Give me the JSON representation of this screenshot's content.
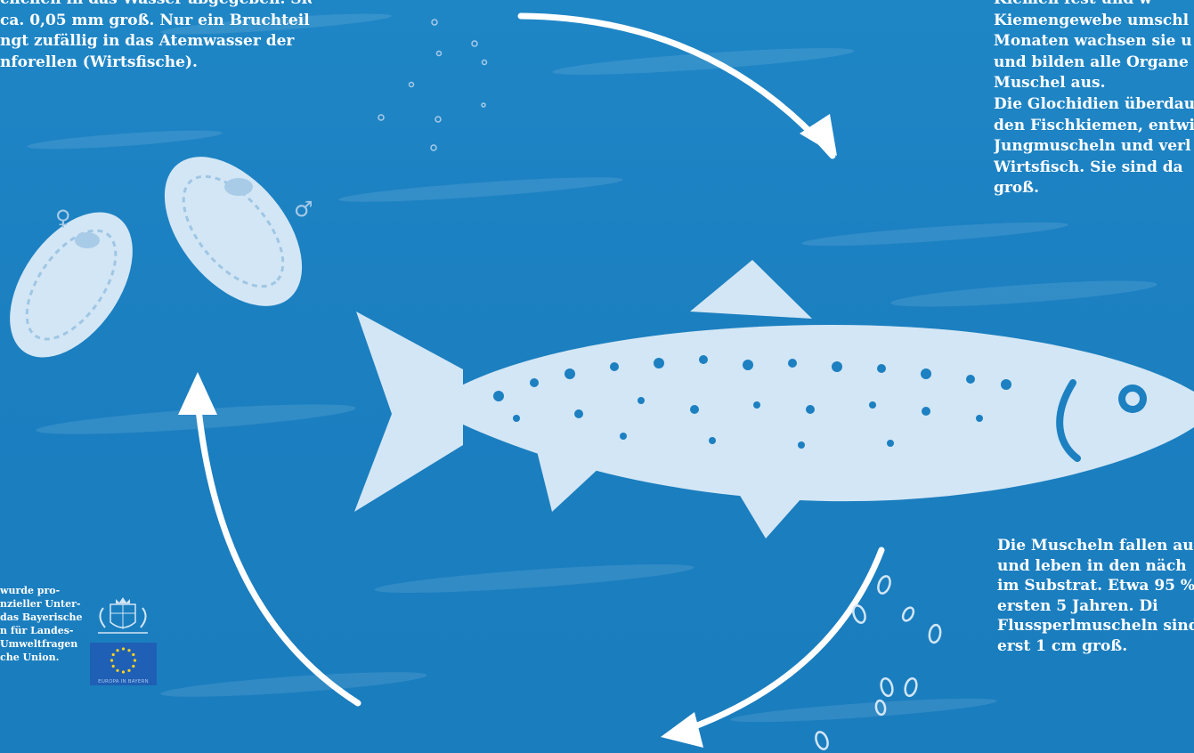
{
  "colors": {
    "water": "#1c80c1",
    "art": "#cfe3f3",
    "text": "#ffffff",
    "eu_flag": "#1f5fb5",
    "eu_stars": "#ffd21e"
  },
  "texts": {
    "top_left": [
      "chchen in das Wasser abgegeben. Sie",
      "ca. 0,05 mm groß. Nur ein Bruchteil",
      "ngt zufällig in das Atemwasser der",
      "nforellen (Wirtsfische)."
    ],
    "top_right": [
      "Kiemen fest und w",
      "Kiemengewebe umschl",
      "Monaten wachsen sie u",
      "und bilden alle Organe",
      "Muschel aus.",
      "Die Glochidien überdau",
      "den Fischkiemen, entwi",
      "Jungmuscheln und verl",
      "Wirtsfisch. Sie sind da",
      "groß."
    ],
    "bottom_right": [
      "Die Muscheln fallen au",
      "und leben in den näch",
      "im Substrat. Etwa 95 %",
      "ersten 5 Jahren. Di",
      "Flussperlmuscheln sind",
      "erst 1 cm groß."
    ],
    "sponsor": [
      "wurde pro-",
      "nzieller Unter-",
      "das Bayerische",
      "n für Landes-",
      "Umweltfragen",
      "che Union."
    ]
  },
  "logos": {
    "eu_caption": "EUROPA IN BAYERN"
  },
  "icons": {
    "female": "♀",
    "male": "♂"
  }
}
